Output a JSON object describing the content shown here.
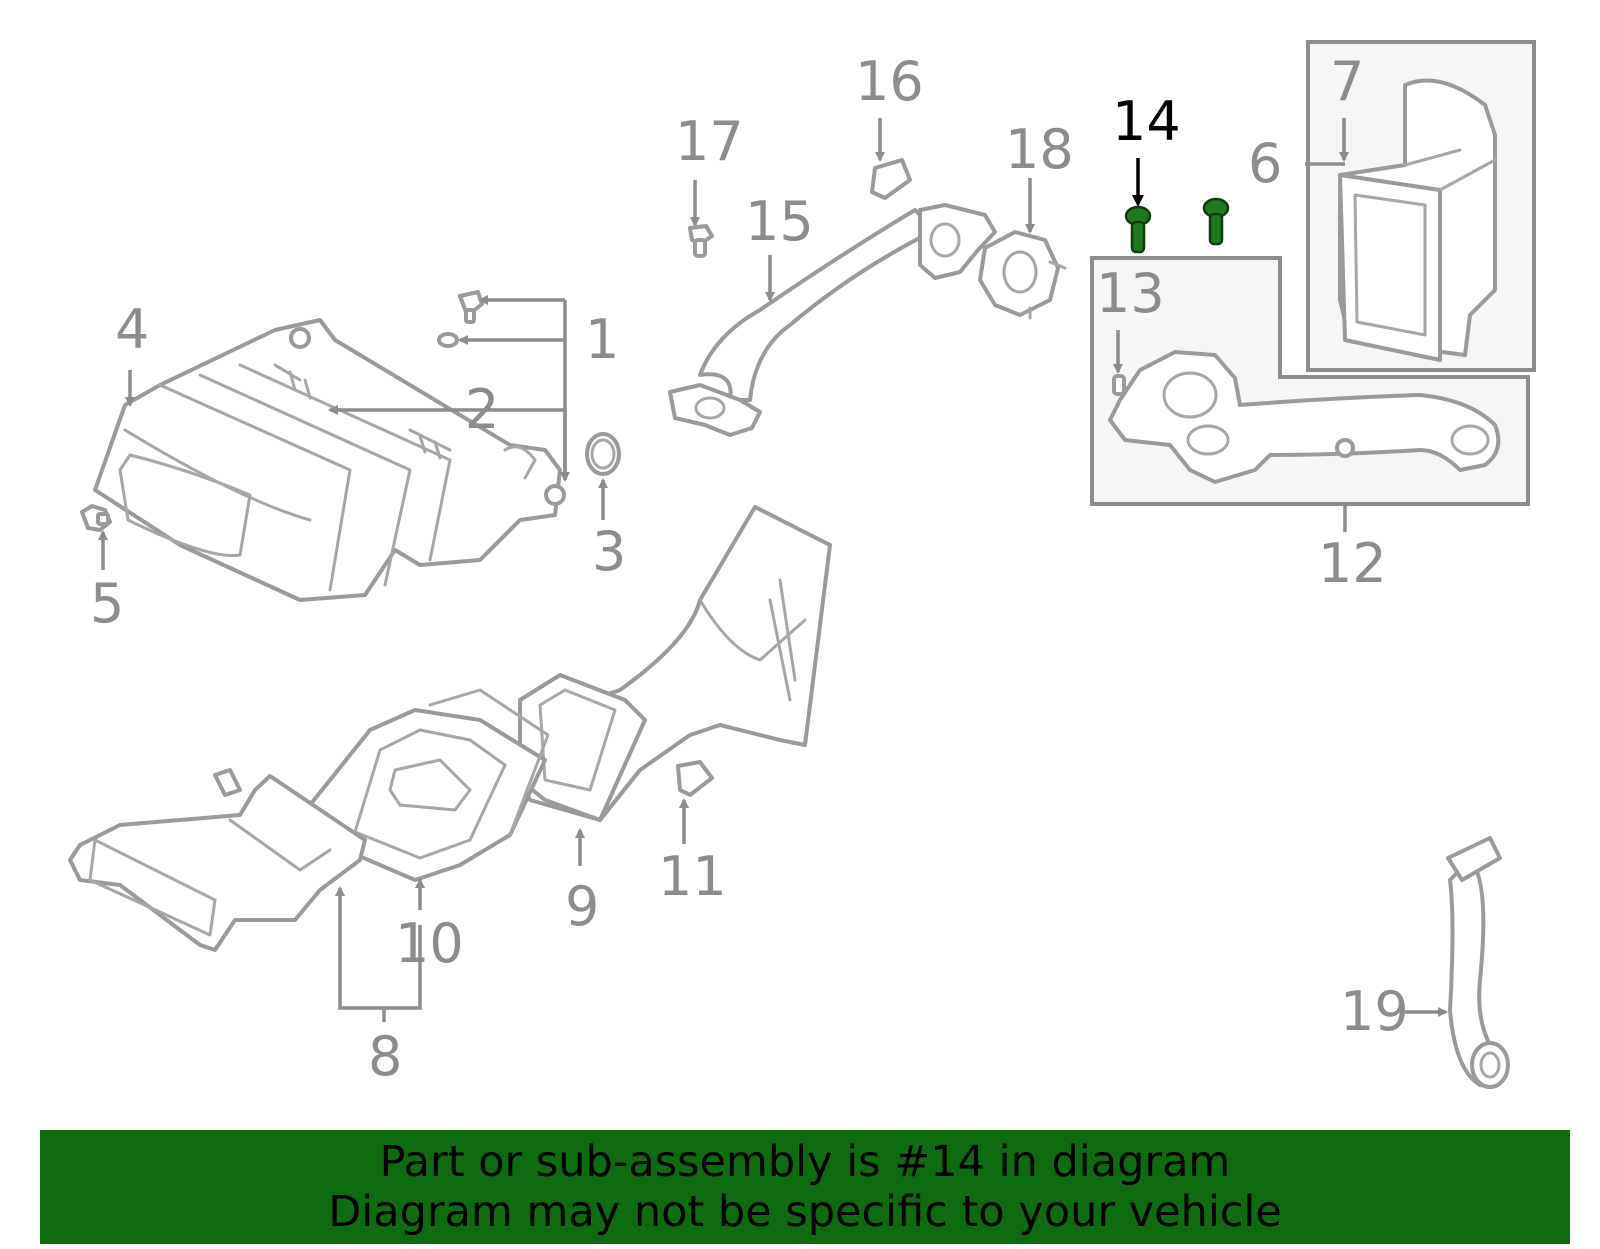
{
  "callouts": {
    "c1": "1",
    "c2": "2",
    "c3": "3",
    "c4": "4",
    "c5": "5",
    "c6": "6",
    "c7": "7",
    "c8": "8",
    "c9": "9",
    "c10": "10",
    "c11": "11",
    "c12": "12",
    "c13": "13",
    "c14": "14",
    "c15": "15",
    "c16": "16",
    "c17": "17",
    "c18": "18",
    "c19": "19"
  },
  "highlight": {
    "part_number": "14",
    "color": "#1f7a1f"
  },
  "banner": {
    "line1": "Part or sub-assembly is #14 in diagram",
    "line2": "Diagram may not be specific to your vehicle",
    "background": "#0f6b0f"
  }
}
